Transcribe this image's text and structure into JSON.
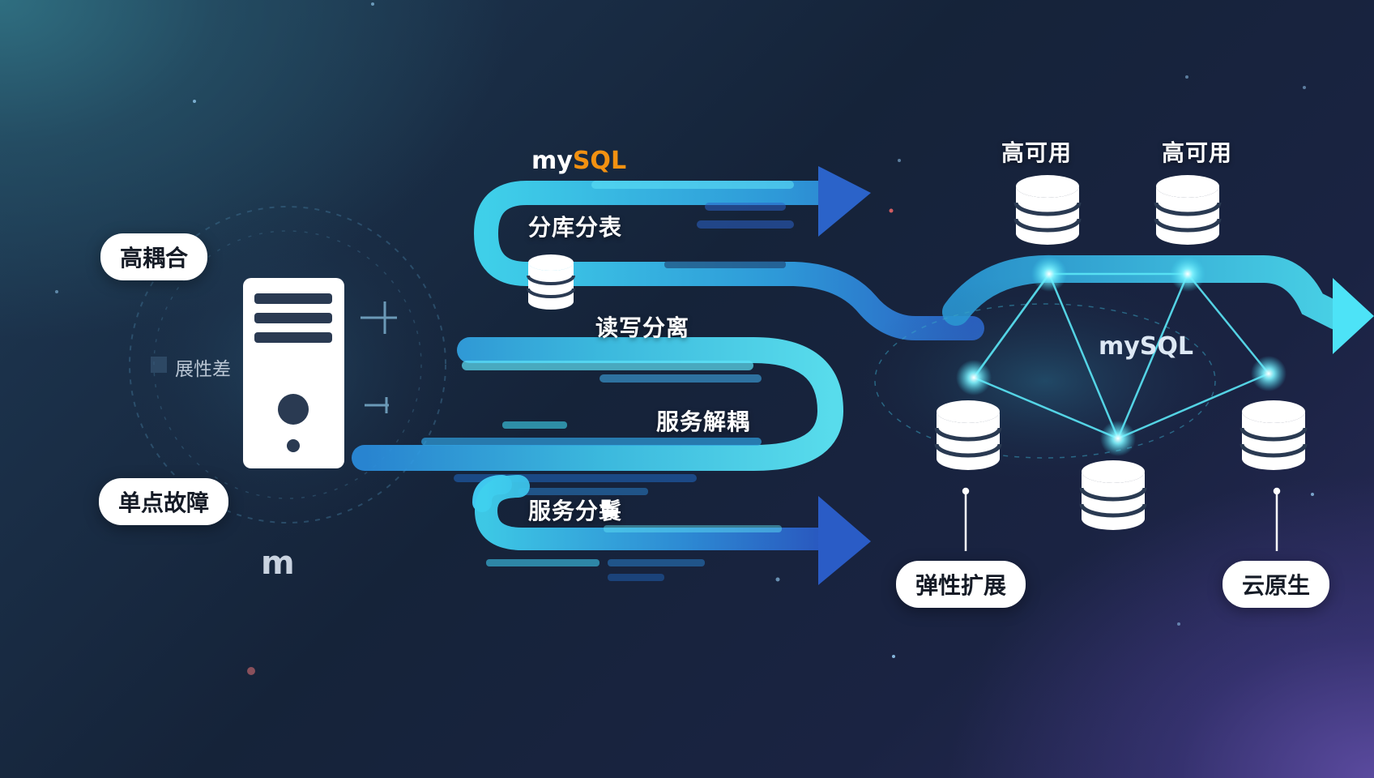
{
  "left": {
    "tag_coupling": "高耦合",
    "tag_single_point": "单点故障",
    "tag_poor_scalability": "展性差",
    "small_logo": "m"
  },
  "flows": {
    "logo_my": "my",
    "logo_sql": "SQL",
    "sharding": "分库分表",
    "read_write_split": "读写分离",
    "decoupling": "服务解耦",
    "service_split": "服务分鬟"
  },
  "right": {
    "high_avail_1": "高可用",
    "high_avail_2": "高可用",
    "cluster_logo": "mySQL",
    "elastic_scale": "弹性扩展",
    "cloud_native": "云原生"
  },
  "colors": {
    "flow_light": "#3fd6f0",
    "flow_dark": "#2a5fc8",
    "node_glow": "#6ff2ff",
    "mysql_orange": "#f29111"
  }
}
